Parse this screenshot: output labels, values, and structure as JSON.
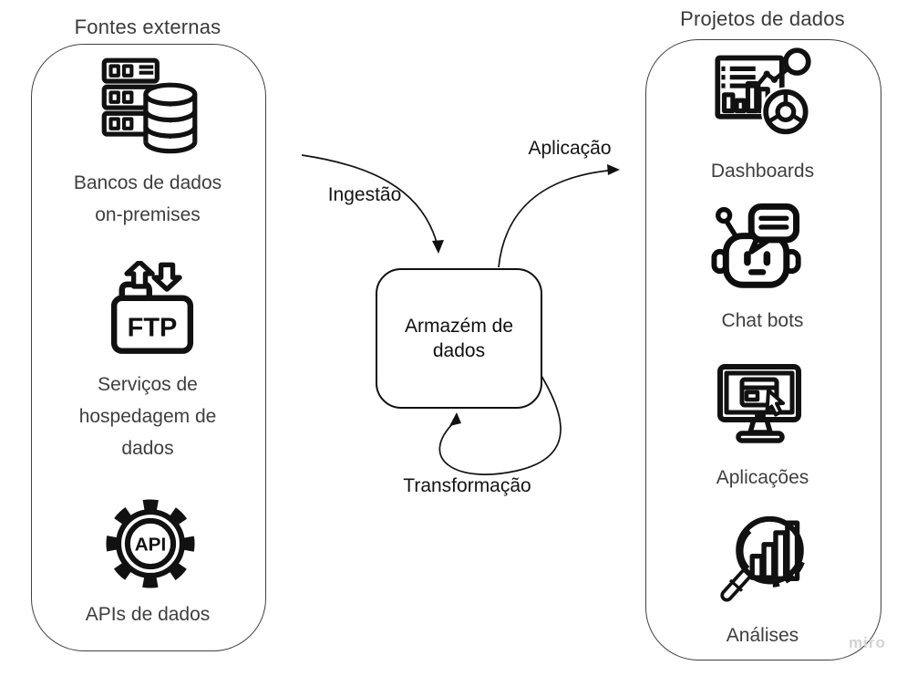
{
  "board": {
    "background": "#ffffff",
    "stroke_color": "#111111",
    "container_border_color": "#414141",
    "text_color": "#3e3e3e",
    "watermark": "miro",
    "watermark_color": "#d2d2d2"
  },
  "left_panel": {
    "title": "Fontes externas",
    "items": [
      {
        "icon": "onprem-database-icon",
        "label": "Bancos de dados\non-premises"
      },
      {
        "icon": "ftp-hosting-icon",
        "label": "Serviços de\nhospedagem de\ndados"
      },
      {
        "icon": "api-gear-icon",
        "label": "APIs de dados"
      }
    ]
  },
  "right_panel": {
    "title": "Projetos de dados",
    "items": [
      {
        "icon": "dashboard-icon",
        "label": "Dashboards"
      },
      {
        "icon": "chatbot-icon",
        "label": "Chat bots"
      },
      {
        "icon": "application-monitor-icon",
        "label": "Aplicações"
      },
      {
        "icon": "analysis-magnifier-icon",
        "label": "Análises"
      }
    ]
  },
  "center_node": {
    "label": "Armazém de\ndados"
  },
  "flows": [
    {
      "id": "ingestion",
      "label": "Ingestão",
      "from": "Fontes externas",
      "to": "Armazém de dados"
    },
    {
      "id": "application",
      "label": "Aplicação",
      "from": "Armazém de dados",
      "to": "Projetos de dados"
    },
    {
      "id": "transformation",
      "label": "Transformação",
      "from": "Armazém de dados",
      "to": "Armazém de dados"
    }
  ],
  "ftp_icon_text": "FTP",
  "api_icon_text": "API"
}
